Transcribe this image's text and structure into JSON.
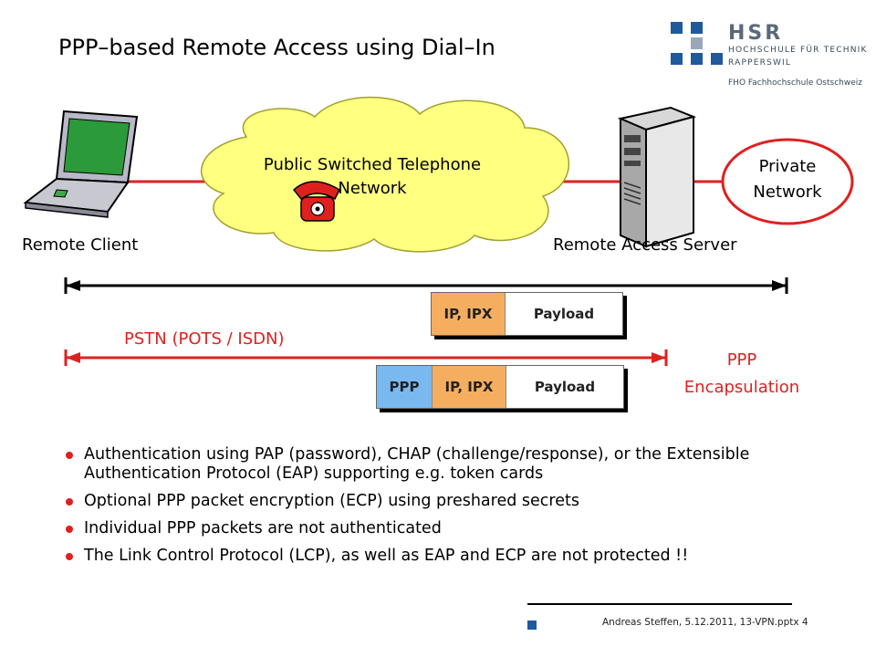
{
  "title": "PPP–based Remote Access using Dial–In",
  "logo": {
    "name": "HSR",
    "line1": "HOCHSCHULE FÜR TECHNIK",
    "line2": "RAPPERSWIL",
    "line3": "FHO Fachhochschule Ostschweiz",
    "color": "#1e5a9c"
  },
  "diagram": {
    "cloud_label_1": "Public Switched Telephone",
    "cloud_label_2": "Network",
    "private_label_1": "Private",
    "private_label_2": "Network",
    "remote_client": "Remote Client",
    "remote_access_server": "Remote Access Server",
    "pstn_label": "PSTN  (POTS / ISDN)",
    "ppp_label_1": "PPP",
    "ppp_label_2": "Encapsulation"
  },
  "packets": {
    "top": {
      "seg1": "IP, IPX",
      "seg2": "Payload"
    },
    "bottom": {
      "seg0": "PPP",
      "seg1": "IP, IPX",
      "seg2": "Payload"
    }
  },
  "bullets": [
    "Authentication using PAP (password), CHAP (challenge/response), or the Extensible Authentication Protocol (EAP) supporting e.g. token cards",
    "Optional PPP packet encryption (ECP) using preshared secrets",
    "Individual PPP packets are not authenticated",
    "The Link Control Protocol (LCP), as well as EAP and ECP are not protected !!"
  ],
  "footer": "Andreas Steffen, 5.12.2011, 13-VPN.pptx 4",
  "colors": {
    "accent_red": "#e02020",
    "cloud": "#ffff80",
    "packet_orange": "#f5ae60",
    "packet_blue": "#7ab8f0"
  }
}
